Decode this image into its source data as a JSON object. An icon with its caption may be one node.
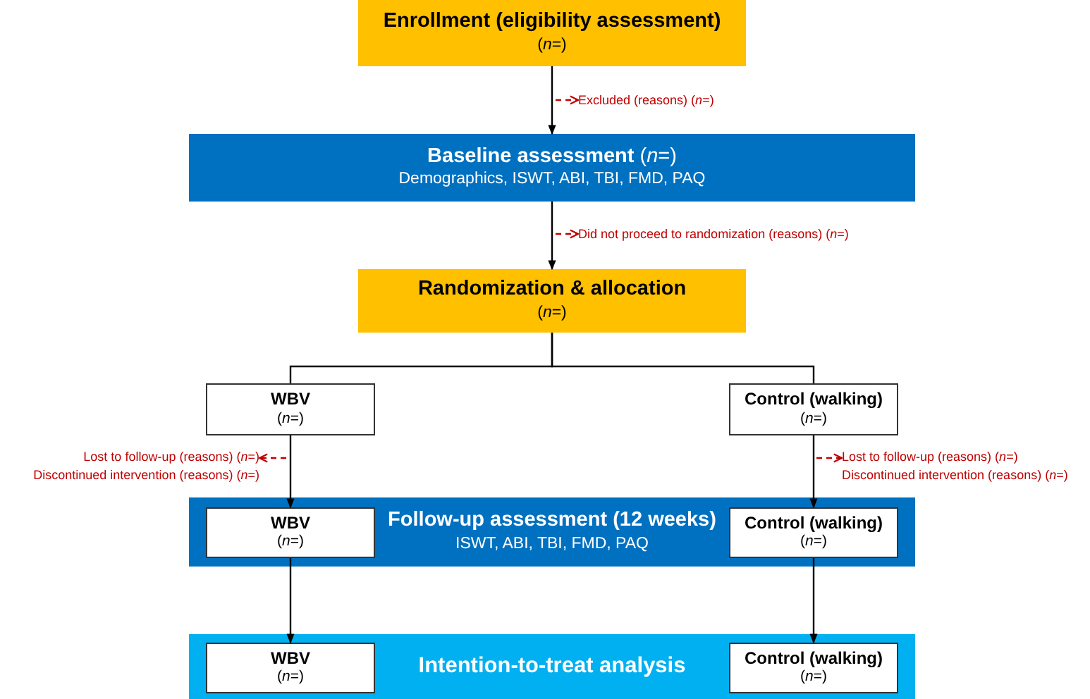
{
  "diagram": {
    "nodes": [
      {
        "text": [
          "Enrollment (eligibility assessment)",
          "(*n*=)"
        ]
      },
      {
        "text": [
          "Excluded (reasons) (*n*=)"
        ]
      },
      {
        "text": [
          "**Baseline assessment** (*n*=)",
          "Demographics, ISWT, ABI, TBI, FMD, PAQ"
        ]
      },
      {
        "text": [
          "Did not proceed to randomization (reasons) (*n*=)"
        ]
      },
      {
        "text": [
          "Randomization & allocation",
          "(*n*=)"
        ]
      },
      {
        "text": [
          "WBV",
          "(*n*=)"
        ]
      },
      {
        "text": [
          "Control (walking)",
          "(*n*=)"
        ]
      },
      {
        "text": [
          "Lost to follow-up (reasons) (*n*=)",
          "Discontinued intervention (reasons) (*n*=)"
        ]
      },
      {
        "text": [
          "Lost to follow-up (reasons) (*n*=)",
          "Discontinued intervention (reasons) (*n*=)"
        ]
      },
      {
        "text": [
          "Follow-up assessment (12 weeks)",
          "ISWT, ABI, TBI, FMD, PAQ"
        ]
      },
      {
        "text": [
          "WBV",
          "(*n*=)"
        ],
        "in": 9
      },
      {
        "text": [
          "Control (walking)",
          "(*n*=)"
        ],
        "in": 9
      },
      {
        "text": [
          "Intention-to-treat analysis"
        ]
      },
      {
        "text": [
          "WBV",
          "(*n*=)"
        ],
        "in": 12
      },
      {
        "text": [
          "Control (walking)",
          "(*n*=)"
        ],
        "in": 12
      }
    ],
    "edges": [
      {
        "from": 0,
        "to": 2,
        "arrow": "to"
      },
      {
        "from": null,
        "to": 1,
        "arrow": "to",
        "style": "dashed",
        "color": "#c00000"
      },
      {
        "from": 2,
        "to": 4,
        "arrow": "to"
      },
      {
        "from": null,
        "to": 3,
        "arrow": "to",
        "style": "dashed",
        "color": "#c00000"
      },
      {
        "from": 4,
        "to": 5,
        "arrow": "none"
      },
      {
        "from": 4,
        "to": 6,
        "arrow": "none"
      },
      {
        "from": 5,
        "to": 10,
        "arrow": "to"
      },
      {
        "from": null,
        "to": 7,
        "arrow": "to",
        "style": "dashed",
        "color": "#c00000"
      },
      {
        "from": 6,
        "to": 11,
        "arrow": "to"
      },
      {
        "from": null,
        "to": 8,
        "arrow": "to",
        "style": "dashed",
        "color": "#c00000"
      },
      {
        "from": 10,
        "to": 13,
        "arrow": "to"
      },
      {
        "from": 11,
        "to": 14,
        "arrow": "to"
      }
    ]
  }
}
